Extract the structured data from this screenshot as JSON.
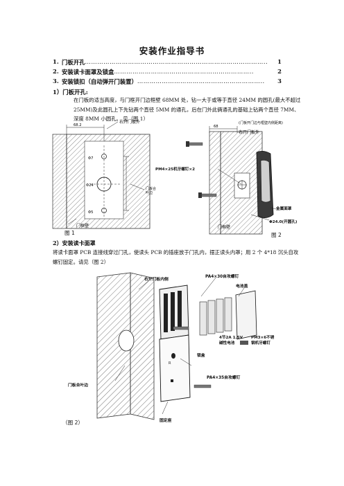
{
  "title": "安装作业指导书",
  "toc": [
    {
      "num": "1.",
      "label": "门板开孔",
      "dots": "……………………………………………………………………………..",
      "page": "1"
    },
    {
      "num": "2.",
      "label": "安装读卡面罩及锁盒",
      "dots": "…………………………………………………………..",
      "page": "2"
    },
    {
      "num": "3.",
      "label": "安装锁扣（自动弹开门装置）",
      "dots": "……………………………………………………..",
      "page": "3"
    }
  ],
  "section1": {
    "heading": "1）门板开孔:",
    "body": "在门板的适当高度，与门框开门边框壁 68MM 处，钻一大于或等于直径 24MM 的圆孔(最大不超过 25MM)及此圆孔上下先钻两个直径 5MM 的通孔，后在门外此俩通孔的基础上钻两个直径 7MM、深度 8MM 小圆孔。 见（图 1）"
  },
  "fig1": {
    "dim": "68.2",
    "label_outside": "右开门板外",
    "label_frame": "门框壁",
    "label_gap": "门板合叶边",
    "dia_top": "Φ7",
    "dia_mid": "Φ24",
    "dia_bot": "Φ5",
    "caption": "图 1"
  },
  "fig2top": {
    "dim": "68",
    "label_top": "(门板开门边与框壁内侧距离)",
    "label_outside": "右开门板外",
    "label_screw": "PM4×25机牙螺钉×2",
    "label_cover": "金属面罩",
    "label_hole": "Φ24.0(开圆孔)",
    "label_frame": "门框壁",
    "caption": "图 2"
  },
  "section2": {
    "heading": "2）安装读卡面罩",
    "body": "将读卡面罩 PCB 连接线穿过门孔，使读头 PCB 的插座放于门孔内，摆正读头内罩；用 2 个 4*18 沉头自攻螺钉固定。请见（图 2）"
  },
  "fig3": {
    "label_inside": "右开门板内侧",
    "label_screw1": "PA4×30自攻螺钉",
    "label_batcover": "电池盖",
    "label_lockbox": "锁盒",
    "label_battery": "4节2A 1.5V\n碱性电池",
    "label_screw2": "PM3×6不锈\n钢机牙螺钉",
    "label_screw3": "PA4×35自攻螺钉",
    "label_hinge": "门板合叶边",
    "label_plate": "固定座",
    "caption": "（图 2）"
  }
}
